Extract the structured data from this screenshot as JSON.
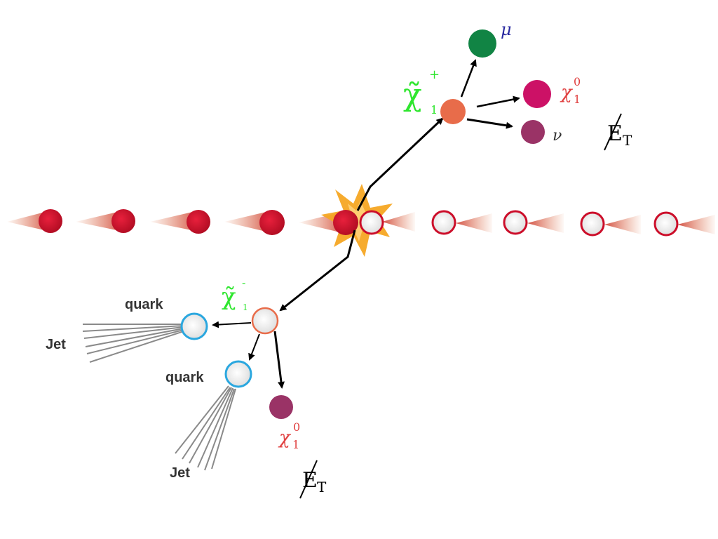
{
  "labels": {
    "chargino_plus": {
      "base": "χ̃",
      "sub": "1",
      "sup": "+"
    },
    "chargino_minus": {
      "base": "χ̃",
      "sub": "1",
      "sup": "-"
    },
    "muon": "μ",
    "neutralino_top": {
      "base": "χ",
      "sub": "1",
      "sup": "0"
    },
    "neutralino_bottom": {
      "base": "χ",
      "sub": "1",
      "sup": "0"
    },
    "neutrino": "ν",
    "met_top": {
      "base": "E",
      "sub": "T"
    },
    "met_bottom": {
      "base": "E",
      "sub": "T"
    },
    "quark_upper": "quark",
    "quark_lower": "quark",
    "jet_upper": "Jet",
    "jet_lower": "Jet"
  },
  "colors": {
    "beam_particle": "#cc0e2a",
    "beam_trail": "#e07a4e",
    "chargino": "#e86c4a",
    "chargino_label": "#2ee62e",
    "muon": "#118444",
    "muon_label": "#2a2aa0",
    "neutralino": "#cc1166",
    "neutralino_label": "#e04040",
    "neutrino": "#9a3366",
    "quark": "#2aa7df",
    "collision": "#f5a623",
    "arrow": "#000000",
    "jet_line": "#888888"
  }
}
